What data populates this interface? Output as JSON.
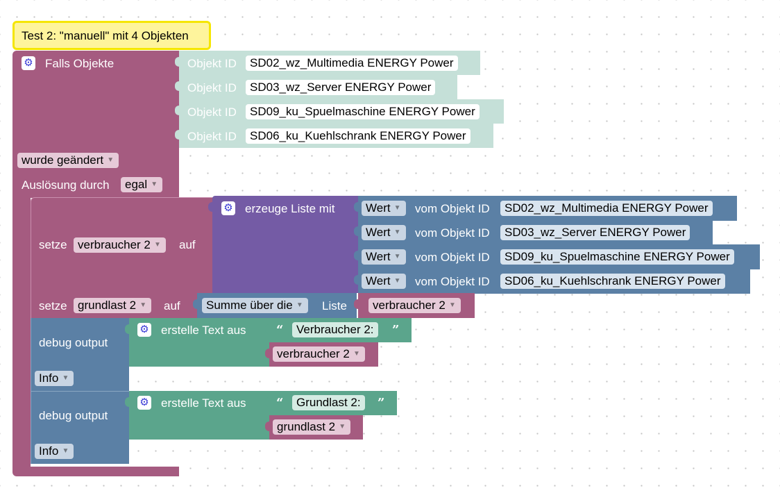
{
  "comment": {
    "text": "Test 2: \"manuell\" mit 4 Objekten"
  },
  "trigger": {
    "title": "Falls Objekte",
    "object_label": "Objekt ID",
    "objects": [
      "SD02_wz_Multimedia ENERGY  Power",
      "SD03_wz_Server ENERGY  Power",
      "SD09_ku_Spuelmaschine ENERGY  Power",
      "SD06_ku_Kuehlschrank ENERGY  Power"
    ],
    "condition": "wurde geändert",
    "ausloesung_label": "Auslösung durch",
    "ausloesung_value": "egal"
  },
  "set1": {
    "setze": "setze",
    "var": "verbraucher 2",
    "auf": "auf",
    "list_label": "erzeuge Liste mit",
    "value_label": "Wert",
    "object_label": "vom Objekt ID",
    "objects": [
      "SD02_wz_Multimedia ENERGY  Power",
      "SD03_wz_Server ENERGY  Power",
      "SD09_ku_Spuelmaschine ENERGY  Power",
      "SD06_ku_Kuehlschrank ENERGY  Power"
    ]
  },
  "set2": {
    "setze": "setze",
    "var": "grundlast 2",
    "auf": "auf",
    "op": "Summe über die",
    "liste": "Liste",
    "list_var": "verbraucher 2"
  },
  "debug1": {
    "label": "debug output",
    "text_label": "erstelle Text aus",
    "string": "Verbraucher 2:",
    "var": "verbraucher 2",
    "level": "Info"
  },
  "debug2": {
    "label": "debug output",
    "text_label": "erstelle Text aus",
    "string": "Grundlast 2:",
    "var": "grundlast 2",
    "level": "Info"
  },
  "colors": {
    "trigger": "#a55b80",
    "object_id": "#c5e0d8",
    "lists": "#745ba5",
    "value": "#5b80a5",
    "text": "#5ba58c",
    "variable": "#a55b80",
    "comment": "#fef49c"
  }
}
